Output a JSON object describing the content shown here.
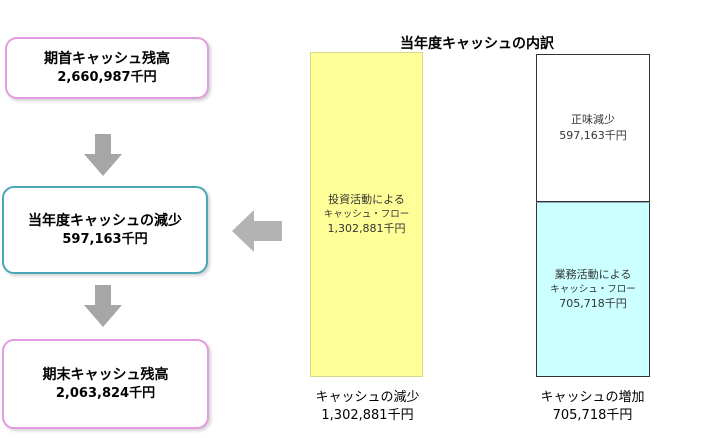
{
  "flow": {
    "opening": {
      "title": "期首キャッシュ残高",
      "amount": "2,660,987千円"
    },
    "change": {
      "title": "当年度キャッシュの減少",
      "amount": "597,163千円"
    },
    "closing": {
      "title": "期末キャッシュ残高",
      "amount": "2,063,824千円"
    }
  },
  "chart": {
    "title": "当年度キャッシュの内訳",
    "decrease_bar": {
      "line1": "投資活動による",
      "line2": "キャッシュ・フロー",
      "line3": "1,302,881千円",
      "caption": "キャッシュの減少",
      "caption_amount": "1,302,881千円"
    },
    "increase_bar": {
      "net_line1": "正味減少",
      "net_line2": "597,163千円",
      "ops_line1": "業務活動による",
      "ops_line2": "キャッシュ・フロー",
      "ops_line3": "705,718千円",
      "caption": "キャッシュの増加",
      "caption_amount": "705,718千円"
    }
  },
  "colors": {
    "pink_border": "#e59be0",
    "teal_border": "#4aa7b8",
    "arrow": "#a6a6a6",
    "decrease_fill": "#ffff99",
    "ops_fill": "#ccffff"
  }
}
